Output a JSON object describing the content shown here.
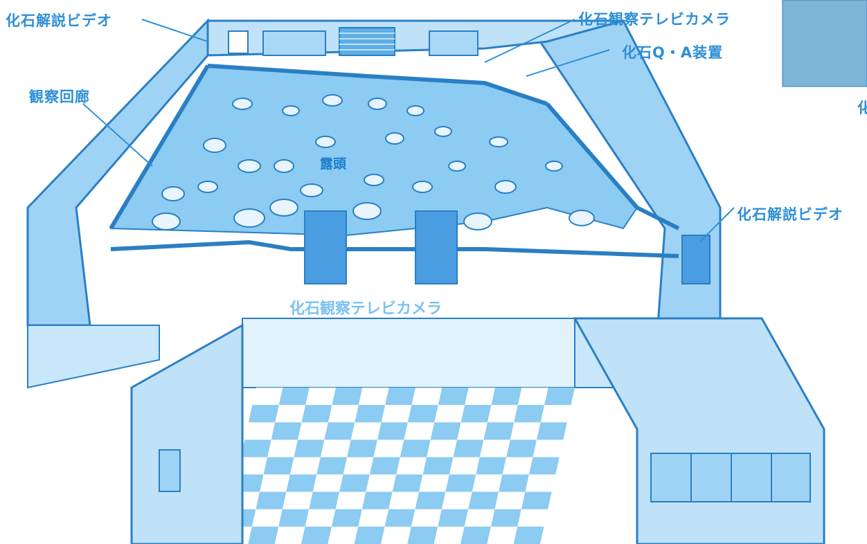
{
  "labels": {
    "video_top_left": "化石解説ビデオ",
    "camera_top": "化石観察テレビカメラ",
    "qa_device": "化石Q・A装置",
    "corridor": "観察回廊",
    "outcrop": "露頭",
    "video_right": "化石解説ビデオ",
    "camera_center": "化石観察テレビカメラ",
    "caption_fragment": "化"
  },
  "colors": {
    "label": "#2e8fd6",
    "wall": "#6fb8ea",
    "wall_light": "#a9d8f6",
    "wall_dark": "#3a8fd0",
    "floor": "#8ccbf2",
    "outline": "#2a7fc4"
  }
}
